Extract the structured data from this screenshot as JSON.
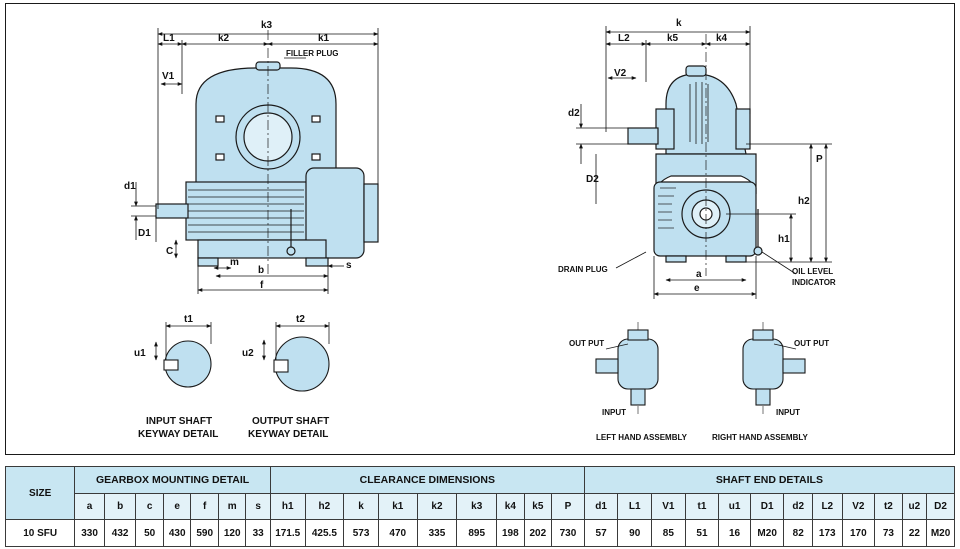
{
  "drawing": {
    "side_view": {
      "dims": {
        "k3": "k3",
        "k2": "k2",
        "k1": "k1",
        "L1": "L1",
        "V1": "V1",
        "d1": "d1",
        "D1": "D1",
        "C": "C",
        "m": "m",
        "b": "b",
        "s": "s",
        "f": "f"
      },
      "filler_plug": "FILLER PLUG"
    },
    "front_view": {
      "dims": {
        "k": "k",
        "L2": "L2",
        "k5": "k5",
        "k4": "k4",
        "V2": "V2",
        "d2": "d2",
        "D2": "D2",
        "P": "P",
        "h2": "h2",
        "h1": "h1",
        "a": "a",
        "e": "e"
      },
      "drain_plug": "DRAIN PLUG",
      "oil_level_1": "OIL LEVEL",
      "oil_level_2": "INDICATOR"
    },
    "keyway_input": {
      "t": "t1",
      "u": "u1",
      "cap1": "INPUT SHAFT",
      "cap2": "KEYWAY DETAIL"
    },
    "keyway_output": {
      "t": "t2",
      "u": "u2",
      "cap1": "OUTPUT SHAFT",
      "cap2": "KEYWAY DETAIL"
    },
    "lh_assembly": {
      "output": "OUT PUT",
      "input": "INPUT",
      "caption": "LEFT HAND ASSEMBLY"
    },
    "rh_assembly": {
      "output": "OUT PUT",
      "input": "INPUT",
      "caption": "RIGHT HAND ASSEMBLY"
    }
  },
  "table": {
    "size_label": "SIZE",
    "groups": [
      "GEARBOX MOUNTING DETAIL",
      "CLEARANCE DIMENSIONS",
      "SHAFT END DETAILS"
    ],
    "headers": [
      "a",
      "b",
      "c",
      "e",
      "f",
      "m",
      "s",
      "h1",
      "h2",
      "k",
      "k1",
      "k2",
      "k3",
      "k4",
      "k5",
      "P",
      "d1",
      "L1",
      "V1",
      "t1",
      "u1",
      "D1",
      "d2",
      "L2",
      "V2",
      "t2",
      "u2",
      "D2"
    ],
    "row": {
      "size": "10 SFU",
      "values": [
        "330",
        "432",
        "50",
        "430",
        "590",
        "120",
        "33",
        "171.5",
        "425.5",
        "573",
        "470",
        "335",
        "895",
        "198",
        "202",
        "730",
        "57",
        "90",
        "85",
        "51",
        "16",
        "M20",
        "82",
        "173",
        "170",
        "73",
        "22",
        "M20"
      ]
    }
  },
  "colors": {
    "fill": "#bfe0f0",
    "line": "#1a1a1a",
    "table_header": "#c8e6f2"
  }
}
